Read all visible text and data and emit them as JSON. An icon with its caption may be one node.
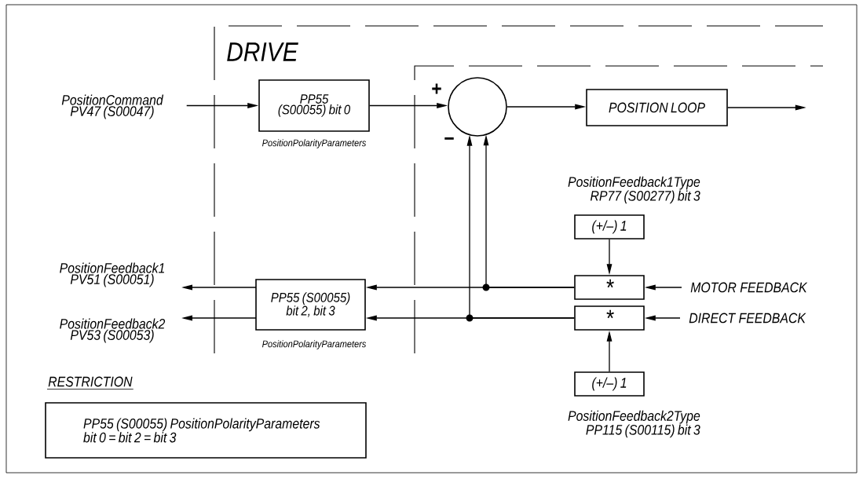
{
  "diagram": {
    "nodes": [
      {
        "text": [
          "DRIVE"
        ]
      },
      {
        "text": [],
        "shape": "box",
        "in": 0
      },
      {
        "text": [
          "PositionCommand PV47 (S00047)"
        ]
      },
      {
        "text": [
          "PP55 (S00055) bit 0"
        ],
        "beside": [
          "PositionPolarityParameters"
        ],
        "in": 0
      },
      {
        "text": [],
        "shape": "circle",
        "beside": [
          "+",
          "−"
        ],
        "in": 1
      },
      {
        "text": [
          "POSITION LOOP"
        ],
        "in": 1
      },
      {
        "text": [
          "PositionFeedback1Type RP77 (S00277) bit 3",
          "(+/–) 1"
        ],
        "in": 1
      },
      {
        "text": [
          "*"
        ],
        "in": 1
      },
      {
        "text": [
          "*"
        ],
        "in": 1
      },
      {
        "text": [
          "(+/–) 1",
          "PositionFeedback2Type PP115 (S00115) bit 3"
        ]
      },
      {
        "text": [
          "MOTOR FEEDBACK"
        ],
        "in": 1
      },
      {
        "text": [
          "DIRECT FEEDBACK"
        ],
        "in": 1
      },
      {
        "text": [
          "PP55 (S00055) bit 2, bit 3"
        ],
        "beside": [
          "PositionPolarityParameters"
        ],
        "in": 0
      },
      {
        "text": [
          "PositionFeedback1 PV51 (S00051)"
        ]
      },
      {
        "text": [
          "PositionFeedback2 PV53 (S00053)"
        ]
      },
      {
        "text": [
          "RESTRICTION",
          "PP55 (S00055) PositionPolarityParameters bit 0 = bit 2 = bit 3"
        ]
      }
    ],
    "edges": [
      {
        "from": 2,
        "to": 3,
        "arrow": "to"
      },
      {
        "from": 3,
        "to": 4,
        "arrow": "to"
      },
      {
        "from": 4,
        "to": 5,
        "arrow": "to"
      },
      {
        "from": 5,
        "to": null,
        "arrow": "to"
      },
      {
        "from": 6,
        "to": 7,
        "arrow": "to"
      },
      {
        "from": 9,
        "to": 8,
        "arrow": "to"
      },
      {
        "from": 10,
        "to": 7,
        "arrow": "to"
      },
      {
        "from": 11,
        "to": 8,
        "arrow": "to"
      },
      {
        "from": 7,
        "to": 12,
        "arrow": "to"
      },
      {
        "from": 8,
        "to": 12,
        "arrow": "to"
      },
      {
        "from": 7,
        "to": 4,
        "arrow": "to"
      },
      {
        "from": 8,
        "to": 4,
        "arrow": "to"
      },
      {
        "from": 12,
        "to": 13,
        "arrow": "to"
      },
      {
        "from": 12,
        "to": 14,
        "arrow": "to"
      }
    ]
  }
}
